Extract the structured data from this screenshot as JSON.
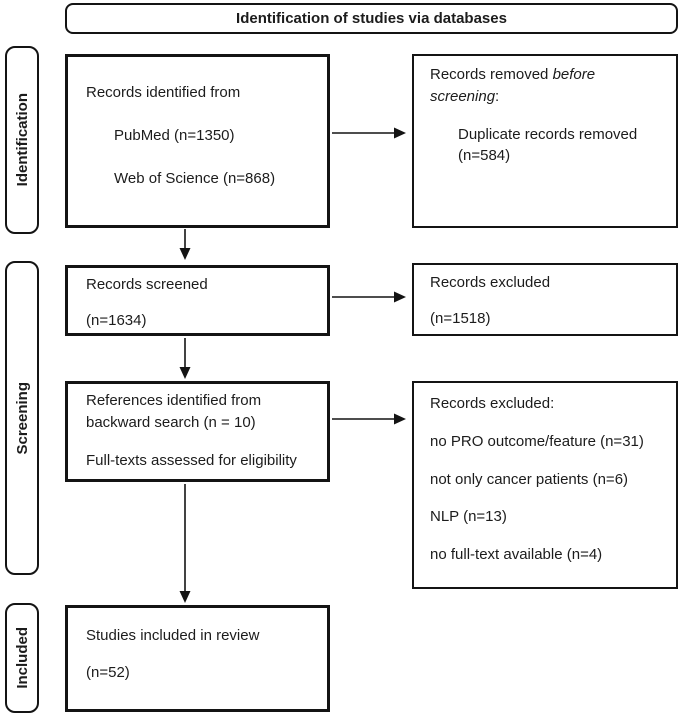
{
  "theme": {
    "ink": "#1c1c1c",
    "border": "#141414",
    "background": "#ffffff"
  },
  "header": {
    "title": "Identification of studies via databases"
  },
  "stages": {
    "identification": "Identification",
    "screening": "Screening",
    "included": "Included"
  },
  "boxes": {
    "records_identified": {
      "intro": "Records identified from",
      "sources": [
        "PubMed (n=1350)",
        "Web of Science (n=868)"
      ]
    },
    "records_removed": {
      "prefix": "Records removed ",
      "emphasis": "before screening",
      "suffix": ":",
      "detail": "Duplicate records removed (n=584)"
    },
    "records_screened": {
      "label": "Records screened",
      "count": "(n=1634)"
    },
    "records_excluded_screening": {
      "label": "Records excluded",
      "count": "(n=1518)"
    },
    "fulltext_assessment": {
      "line1": "References identified from backward search (n = 10)",
      "line2": "Full-texts assessed for eligibility"
    },
    "records_excluded_fulltext": {
      "title": "Records excluded:",
      "reasons": [
        "no PRO outcome/feature (n=31)",
        "not only cancer patients (n=6)",
        "NLP (n=13)",
        "no full-text available (n=4)"
      ]
    },
    "studies_included": {
      "label": "Studies included in review",
      "count": "(n=52)"
    }
  }
}
